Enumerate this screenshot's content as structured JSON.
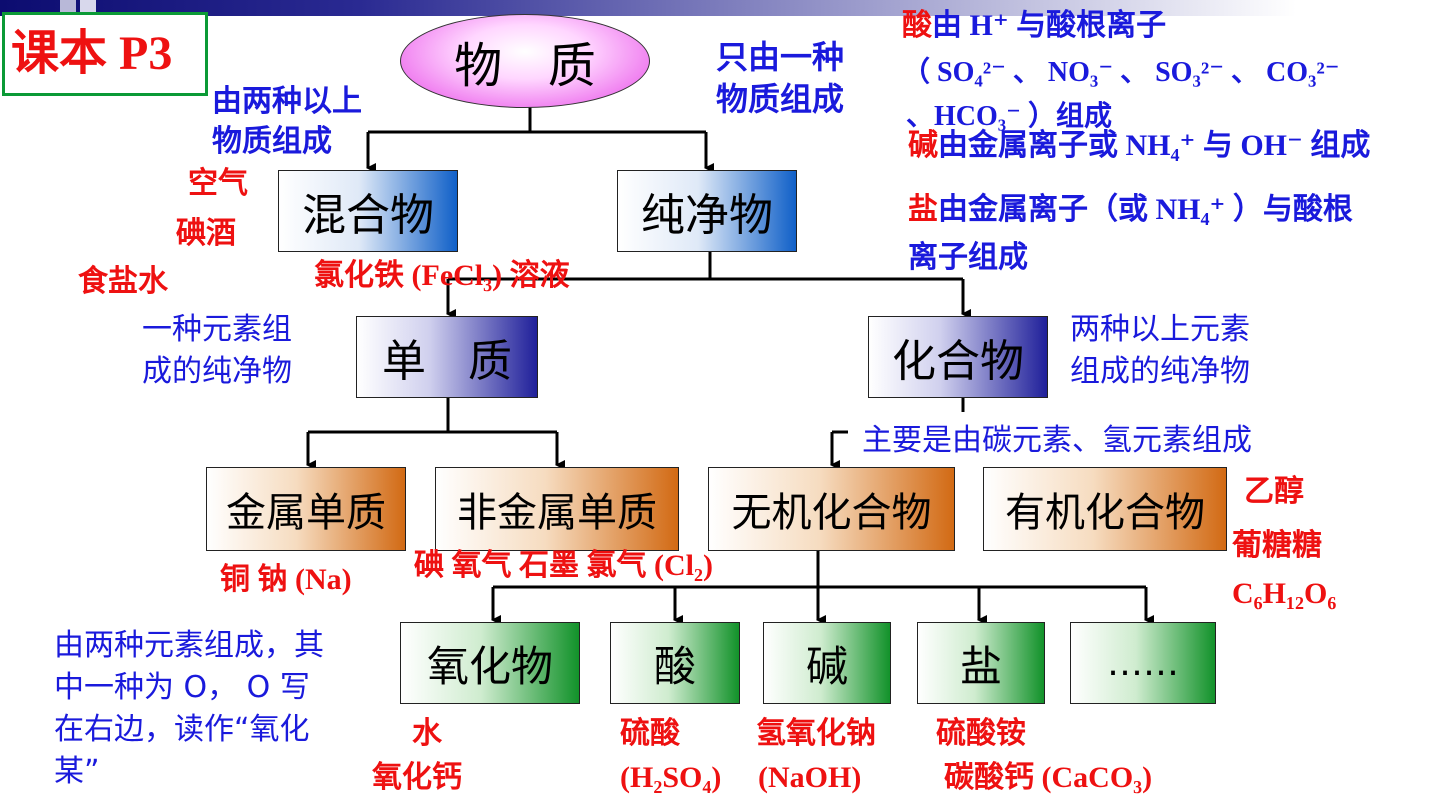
{
  "header": {
    "badge": "课本 P3",
    "root": "物   质"
  },
  "labels": {
    "mixture_def_1": "由两种以上",
    "mixture_def_2": "物质组成",
    "pure_def_1": "只由一种",
    "pure_def_2": "物质组成",
    "element_def_1": "一种元素组",
    "element_def_2": "成的纯净物",
    "compound_def_1": "两种以上元素",
    "compound_def_2": "组成的纯净物",
    "organic_def": "主要是由碳元素、氢元素组成",
    "oxide_def_1": "由两种元素组成，其",
    "oxide_def_2": "中一种为 O， O 写",
    "oxide_def_3": "在右边，读作“氧化",
    "oxide_def_4": "某”"
  },
  "boxes": {
    "mixture": "混合物",
    "pure": "纯净物",
    "element": "单   质",
    "compound": "化合物",
    "metal": "金属单质",
    "nonmetal": "非金属单质",
    "inorganic": "无机化合物",
    "organic": "有机化合物",
    "oxide": "氧化物",
    "acid": "酸",
    "base": "碱",
    "salt": "盐",
    "etc": "……"
  },
  "definitions": {
    "acid_key": "酸",
    "acid_text": "由 H⁺ 与酸根离子",
    "acid_ions": "（ SO₄²⁻ 、 NO₃⁻ 、 SO₃²⁻ 、 CO₃²⁻",
    "acid_ions_2": "、HCO₃⁻ ）组成",
    "base_key": "碱",
    "base_text": "由金属离子或 NH₄⁺ 与 OH⁻ 组成",
    "salt_key": "盐",
    "salt_text": "由金属离子（或 NH₄⁺ ）与酸根",
    "salt_text_2": "离子组成"
  },
  "examples": {
    "air": "空气",
    "iodine_tincture": "碘酒",
    "salt_water": "食盐水",
    "ferric_chloride": "氯化铁 (FeCl₃) 溶液",
    "metals": "铜 钠 (Na)",
    "nonmetals": "碘 氧气 石墨 氯气 (Cl₂)",
    "ethanol": "乙醇",
    "glucose": "葡糖糖",
    "glucose_formula": "C₆H₁₂O₆",
    "water": "水",
    "calcium_oxide": "氧化钙",
    "sulfuric_acid": "硫酸",
    "sulfuric_formula": "(H₂SO₄)",
    "sodium_hydroxide": "氢氧化钠",
    "naoh_formula": "(NaOH)",
    "ammonium_sulfate": "硫酸铵",
    "calcium_carbonate": "碳酸钙 (CaCO₃)"
  },
  "colors": {
    "example_red": "#ee1111",
    "definition_blue": "#1a1adc",
    "badge_border": "#0b9a36"
  }
}
